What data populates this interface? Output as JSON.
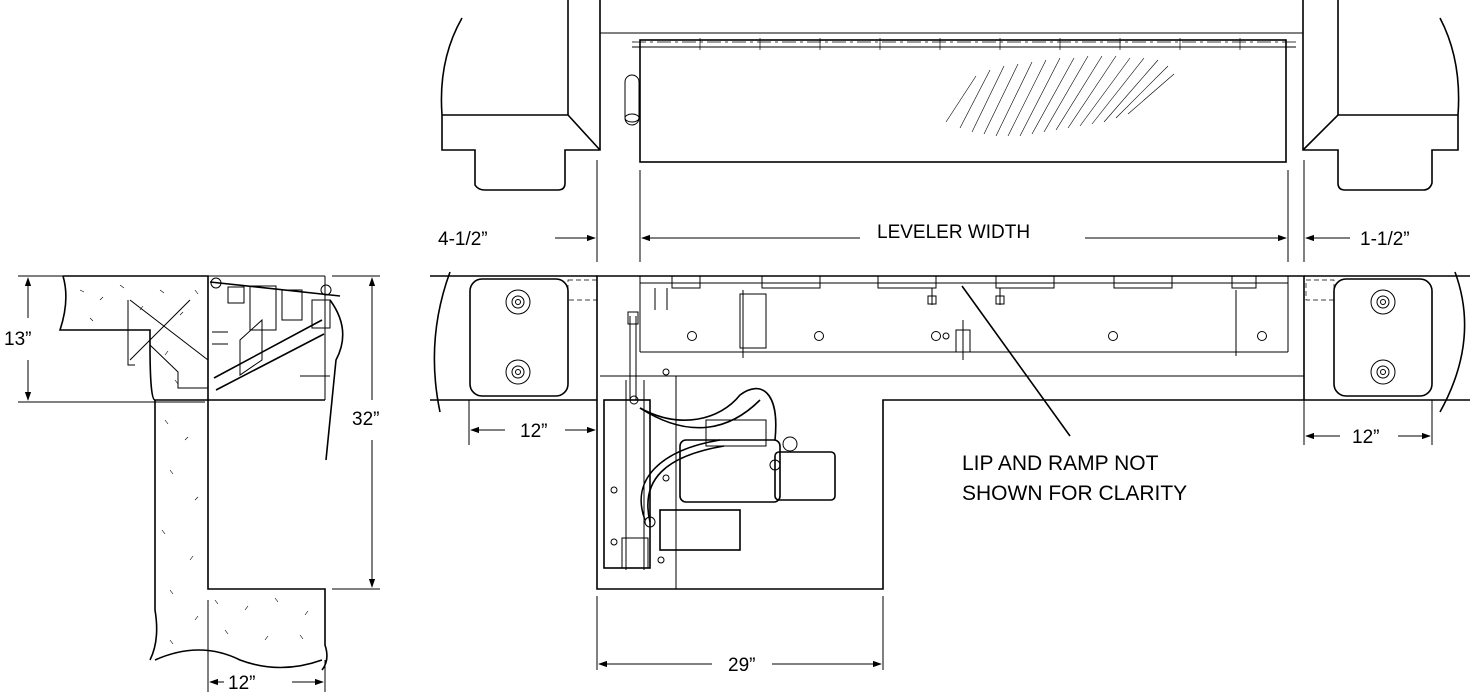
{
  "dimensions": {
    "left_offset": "4-1/2”",
    "leveler_width": "LEVELER WIDTH",
    "right_offset": "1-1/2”",
    "section_height": "13”",
    "pit_depth": "32”",
    "left_bumper": "12”",
    "right_bumper": "12”",
    "pump_pocket": "29”",
    "pit_wall": "12”"
  },
  "note": {
    "line1": "LIP AND RAMP NOT",
    "line2": "SHOWN FOR CLARITY"
  },
  "colors": {
    "line": "#000000",
    "background": "#ffffff"
  }
}
